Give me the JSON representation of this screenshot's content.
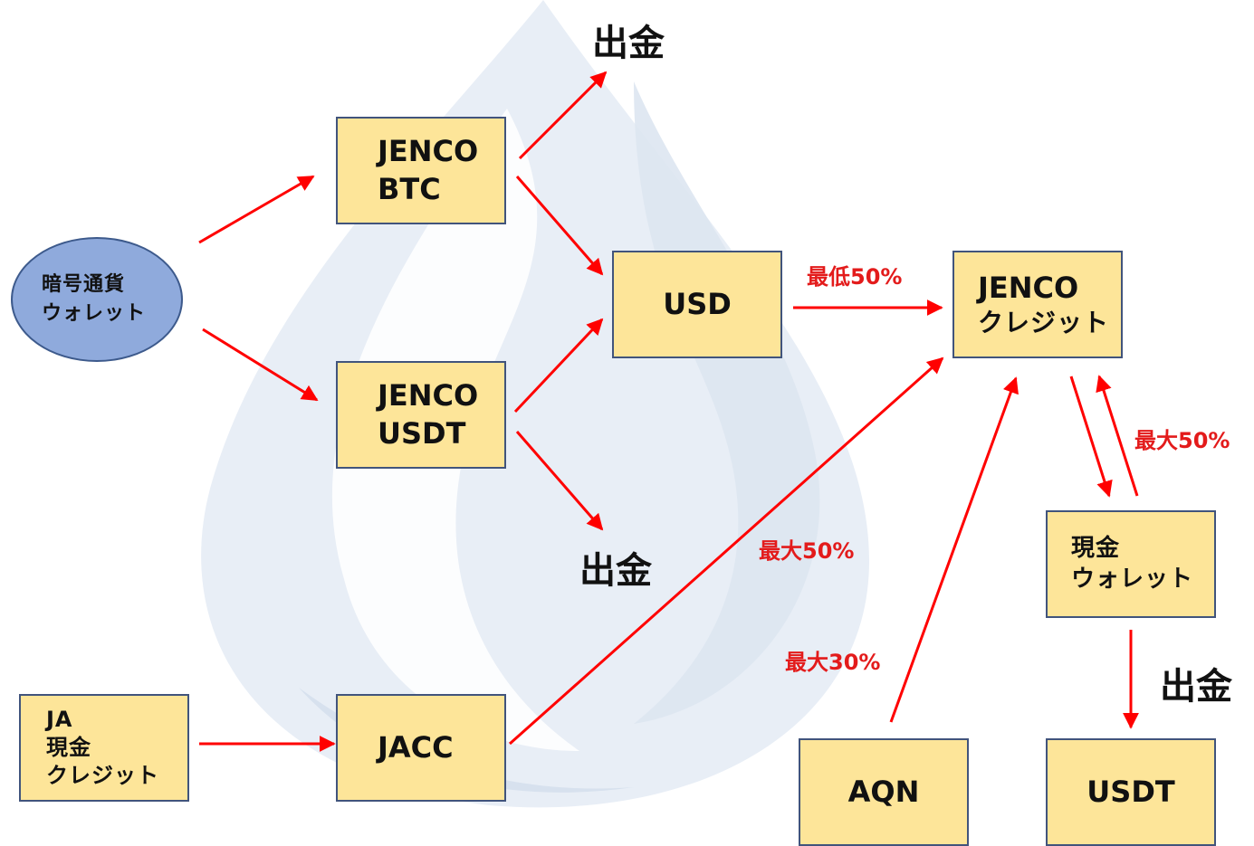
{
  "colors": {
    "box_fill": "#fde599",
    "box_border": "#41547c",
    "ellipse_fill": "#8faadc",
    "arrow": "#ff0000",
    "percent_text": "#e31b1b",
    "watermark": "#e6ecf4"
  },
  "nodes": {
    "crypto_wallet": {
      "line1": "暗号通貨",
      "line2": "ウォレット"
    },
    "jenco_btc": {
      "line1": "JENCO",
      "line2": "BTC"
    },
    "jenco_usdt": {
      "line1": "JENCO",
      "line2": "USDT"
    },
    "usd": {
      "label": "USD"
    },
    "jenco_credit": {
      "line1": "JENCO",
      "line2": "クレジット"
    },
    "cash_wallet": {
      "line1": "現金",
      "line2": "ウォレット"
    },
    "ja_cash_credit": {
      "line1": "JA",
      "line2": "現金",
      "line3": "クレジット"
    },
    "jacc": {
      "label": "JACC"
    },
    "aqn": {
      "label": "AQN"
    },
    "usdt": {
      "label": "USDT"
    }
  },
  "labels": {
    "withdraw_top": "出金",
    "withdraw_middle": "出金",
    "withdraw_right": "出金",
    "min50": "最低50%",
    "max50_right": "最大50%",
    "max50_jacc": "最大50%",
    "max30": "最大30%"
  },
  "watermark": {
    "icon": "water-drop-icon"
  }
}
